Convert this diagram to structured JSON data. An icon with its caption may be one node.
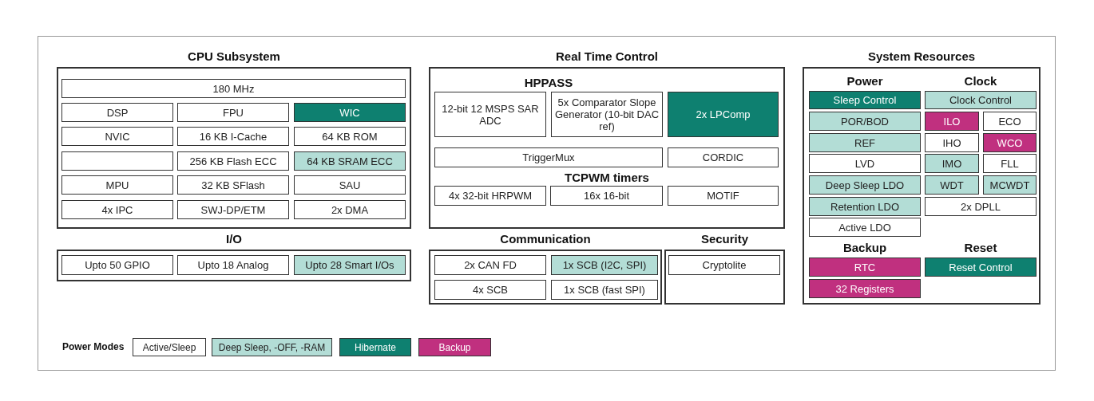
{
  "diagram": {
    "nodes": [
      {
        "text": [
          "CPU Subsystem"
        ]
      },
      {
        "text": [
          "180 MHz"
        ],
        "in": 0
      },
      {
        "text": [
          "DSP"
        ],
        "in": 0
      },
      {
        "text": [
          "FPU"
        ],
        "in": 0
      },
      {
        "text": [
          "WIC"
        ],
        "in": 0
      },
      {
        "text": [
          "NVIC"
        ],
        "in": 0
      },
      {
        "text": [
          "16 KB I-Cache"
        ],
        "in": 0
      },
      {
        "text": [
          "64 KB ROM"
        ],
        "in": 0
      },
      {
        "text": [],
        "shape": "box",
        "in": 0
      },
      {
        "text": [
          "256 KB Flash ECC"
        ],
        "in": 0
      },
      {
        "text": [
          "64 KB SRAM ECC"
        ],
        "in": 0
      },
      {
        "text": [
          "MPU"
        ],
        "in": 0
      },
      {
        "text": [
          "32 KB SFlash"
        ],
        "in": 0
      },
      {
        "text": [
          "SAU"
        ],
        "in": 0
      },
      {
        "text": [
          "4x IPC"
        ],
        "in": 0
      },
      {
        "text": [
          "SWJ-DP/ETM"
        ],
        "in": 0
      },
      {
        "text": [
          "2x DMA"
        ],
        "in": 0
      },
      {
        "text": [
          "I/O"
        ]
      },
      {
        "text": [
          "Upto 50 GPIO"
        ],
        "in": 17
      },
      {
        "text": [
          "Upto 18 Analog"
        ],
        "in": 17
      },
      {
        "text": [
          "Upto 28 Smart I/Os"
        ],
        "in": 17
      },
      {
        "text": [
          "Real Time Control"
        ]
      },
      {
        "text": [
          "12-bit 12 MSPS SAR ADC"
        ],
        "in": 21
      },
      {
        "text": [
          "5x Comparator Slope Generator (10-bit DAC ref)"
        ],
        "in": 21
      },
      {
        "text": [
          "2x LPComp"
        ],
        "in": 21
      },
      {
        "text": [
          "TriggerMux"
        ],
        "in": 21
      },
      {
        "text": [
          "CORDIC"
        ],
        "in": 21
      },
      {
        "text": [
          "4x 32-bit HRPWM"
        ],
        "in": 21
      },
      {
        "text": [
          "16x 16-bit"
        ],
        "in": 21
      },
      {
        "text": [
          "MOTIF"
        ],
        "in": 21
      },
      {
        "text": [
          "Communication"
        ]
      },
      {
        "text": [
          "2x CAN FD"
        ],
        "in": 30
      },
      {
        "text": [
          "1x SCB (I2C, SPI)"
        ],
        "in": 30
      },
      {
        "text": [
          "4x SCB"
        ],
        "in": 30
      },
      {
        "text": [
          "1x SCB (fast SPI)"
        ],
        "in": 30
      },
      {
        "text": [
          "Security"
        ]
      },
      {
        "text": [
          "Cryptolite"
        ],
        "in": 35
      },
      {
        "text": [
          "System Resources"
        ]
      },
      {
        "text": [
          "Sleep Control"
        ],
        "in": 37
      },
      {
        "text": [
          "Clock Control"
        ],
        "in": 37
      },
      {
        "text": [
          "POR/BOD"
        ],
        "in": 37
      },
      {
        "text": [
          "ILO"
        ],
        "in": 37
      },
      {
        "text": [
          "ECO"
        ],
        "in": 37
      },
      {
        "text": [
          "REF"
        ],
        "in": 37
      },
      {
        "text": [
          "IHO"
        ],
        "in": 37
      },
      {
        "text": [
          "WCO"
        ],
        "in": 37
      },
      {
        "text": [
          "LVD"
        ],
        "in": 37
      },
      {
        "text": [
          "IMO"
        ],
        "in": 37
      },
      {
        "text": [
          "FLL"
        ],
        "in": 37
      },
      {
        "text": [
          "Deep Sleep LDO"
        ],
        "in": 37
      },
      {
        "text": [
          "WDT"
        ],
        "in": 37
      },
      {
        "text": [
          "MCWDT"
        ],
        "in": 37
      },
      {
        "text": [
          "Retention LDO"
        ],
        "in": 37
      },
      {
        "text": [
          "2x DPLL"
        ],
        "in": 37
      },
      {
        "text": [
          "Active LDO"
        ],
        "in": 37
      },
      {
        "text": [
          "RTC"
        ],
        "in": 37
      },
      {
        "text": [
          "Reset Control"
        ],
        "in": 37
      },
      {
        "text": [
          "32 Registers"
        ],
        "in": 37
      }
    ],
    "labels": [
      "HPPASS",
      "TCPWM timers",
      "Power",
      "Clock",
      "Backup",
      "Reset",
      "Power Modes"
    ],
    "legend": [
      {
        "text": "Active/Sleep",
        "color": "#ffffff"
      },
      {
        "text": "Deep Sleep, -OFF, -RAM",
        "color": "#b3ddd6"
      },
      {
        "text": "Hibernate",
        "color": "#0e8070"
      },
      {
        "text": "Backup",
        "color": "#c0307f"
      }
    ]
  }
}
